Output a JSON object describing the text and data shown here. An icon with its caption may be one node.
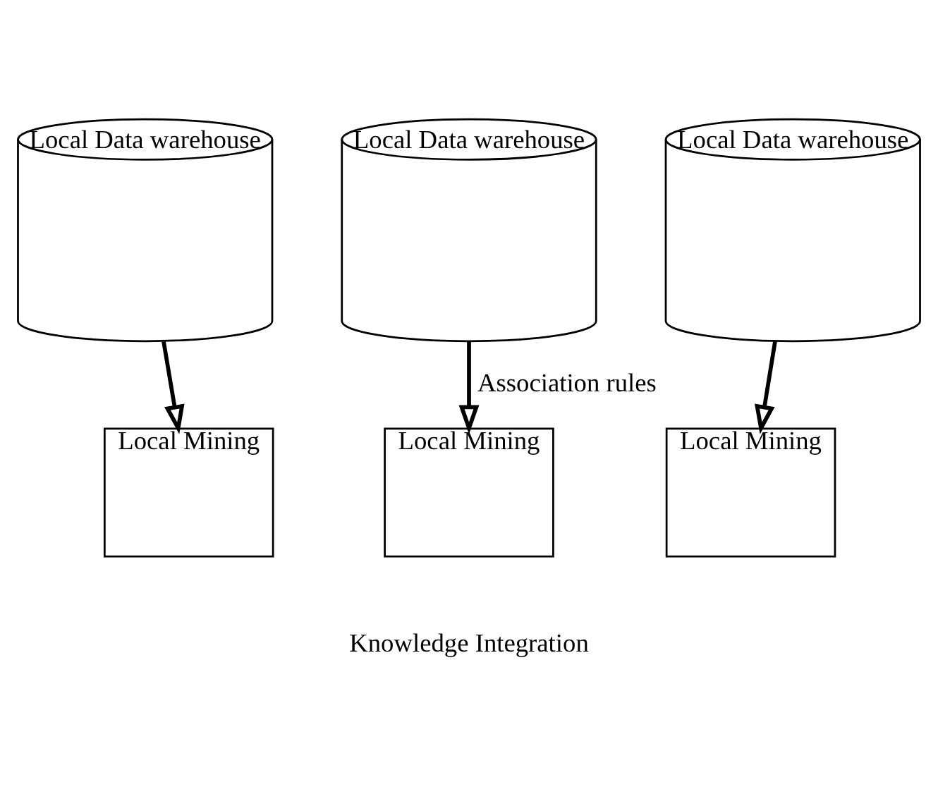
{
  "diagram": {
    "nodes": [
      {
        "text": [
          "Local Data warehouse"
        ]
      },
      {
        "text": [
          "Local Data warehouse"
        ]
      },
      {
        "text": [
          "Local Data warehouse"
        ]
      },
      {
        "text": [
          "Local Mining"
        ]
      },
      {
        "text": [
          "Local Mining"
        ]
      },
      {
        "text": [
          "Local Mining"
        ]
      }
    ],
    "edges": [
      {
        "from": 0,
        "to": 3,
        "arrow": "to"
      },
      {
        "from": 1,
        "to": 4,
        "arrow": "to",
        "label": "Association rules"
      },
      {
        "from": 2,
        "to": 5,
        "arrow": "to"
      }
    ],
    "labels": [
      "Knowledge Integration"
    ]
  }
}
